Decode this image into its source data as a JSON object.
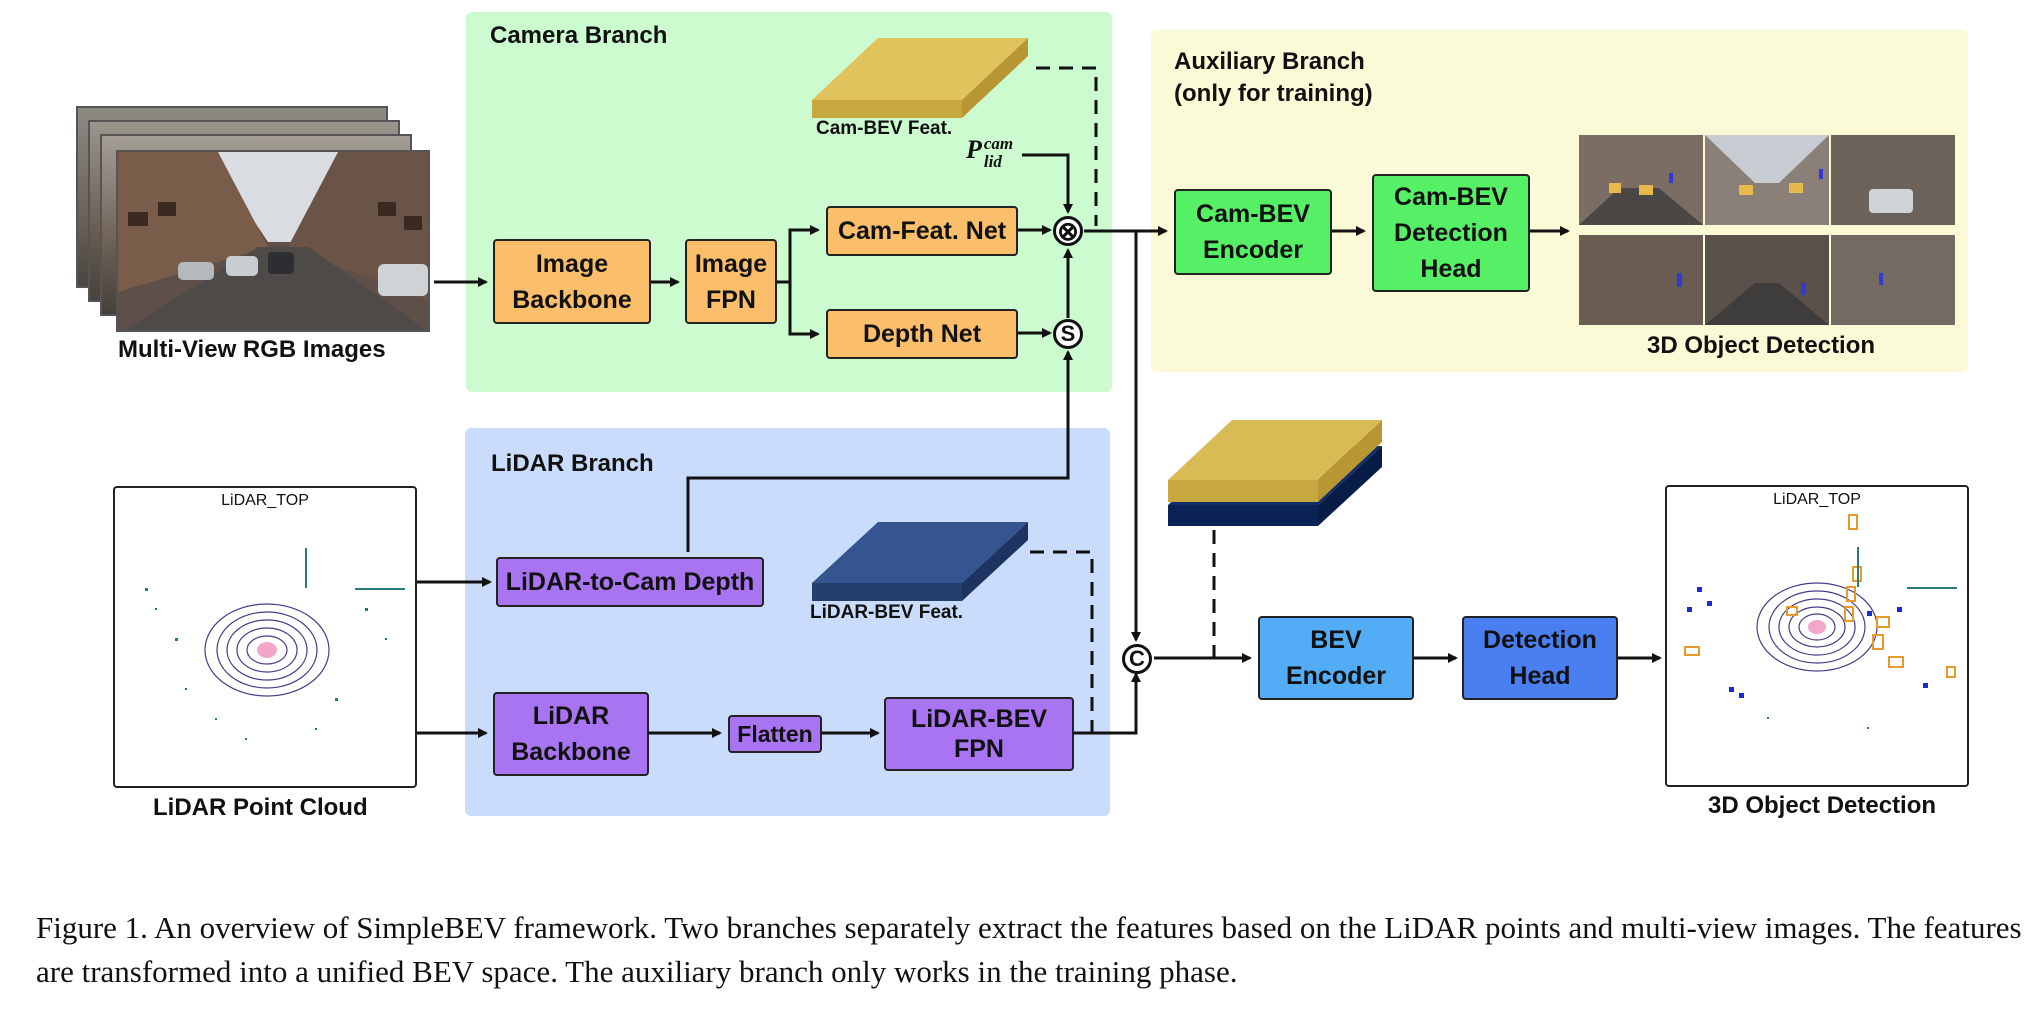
{
  "branches": {
    "camera": "Camera Branch",
    "lidar": "LiDAR Branch",
    "auxiliary": "Auxiliary Branch\n(only for training)"
  },
  "inputs": {
    "rgb_label": "Multi-View RGB Images",
    "pc_label": "LiDAR Point Cloud",
    "pc_title": "LiDAR_TOP"
  },
  "blocks": {
    "image_backbone": "Image\nBackbone",
    "image_fpn": "Image\nFPN",
    "cam_feat_net": "Cam-Feat. Net",
    "depth_net": "Depth Net",
    "lidar_to_cam_depth": "LiDAR-to-Cam Depth",
    "lidar_backbone": "LiDAR\nBackbone",
    "flatten": "Flatten",
    "lidar_bev_fpn": "LiDAR-BEV\nFPN",
    "cam_bev_encoder": "Cam-BEV\nEncoder",
    "cam_bev_det_head": "Cam-BEV\nDetection\nHead",
    "bev_encoder": "BEV\nEncoder",
    "detection_head": "Detection\nHead"
  },
  "features": {
    "cam_bev": "Cam-BEV Feat.",
    "lidar_bev": "LiDAR-BEV Feat.",
    "p_main": "P",
    "p_sup": "cam",
    "p_sub": "lid"
  },
  "operators": {
    "multiply": "⊗",
    "splat": "S",
    "concat": "C"
  },
  "outputs": {
    "aux_detection": "3D Object Detection",
    "final_detection": "3D Object Detection",
    "final_pc_title": "LiDAR_TOP"
  },
  "caption": "Figure 1. An overview of SimpleBEV framework. Two branches separately extract the features based on the LiDAR points and multi-view images. The features are transformed into a unified BEV space. The auxiliary branch only works in the training phase.",
  "colors": {
    "camera_bg": "#ccfbd0",
    "lidar_bg": "#cadcfb",
    "aux_bg": "#fbfad6",
    "orange_block": "#fbbf6b",
    "purple_block": "#a874f2",
    "green_block": "#56f066",
    "bev_encoder": "#52acf6",
    "detection_head": "#4a7ff2",
    "cam_feat_slab": "#d2b24a",
    "lidar_feat_slab": "#2b4a82"
  }
}
